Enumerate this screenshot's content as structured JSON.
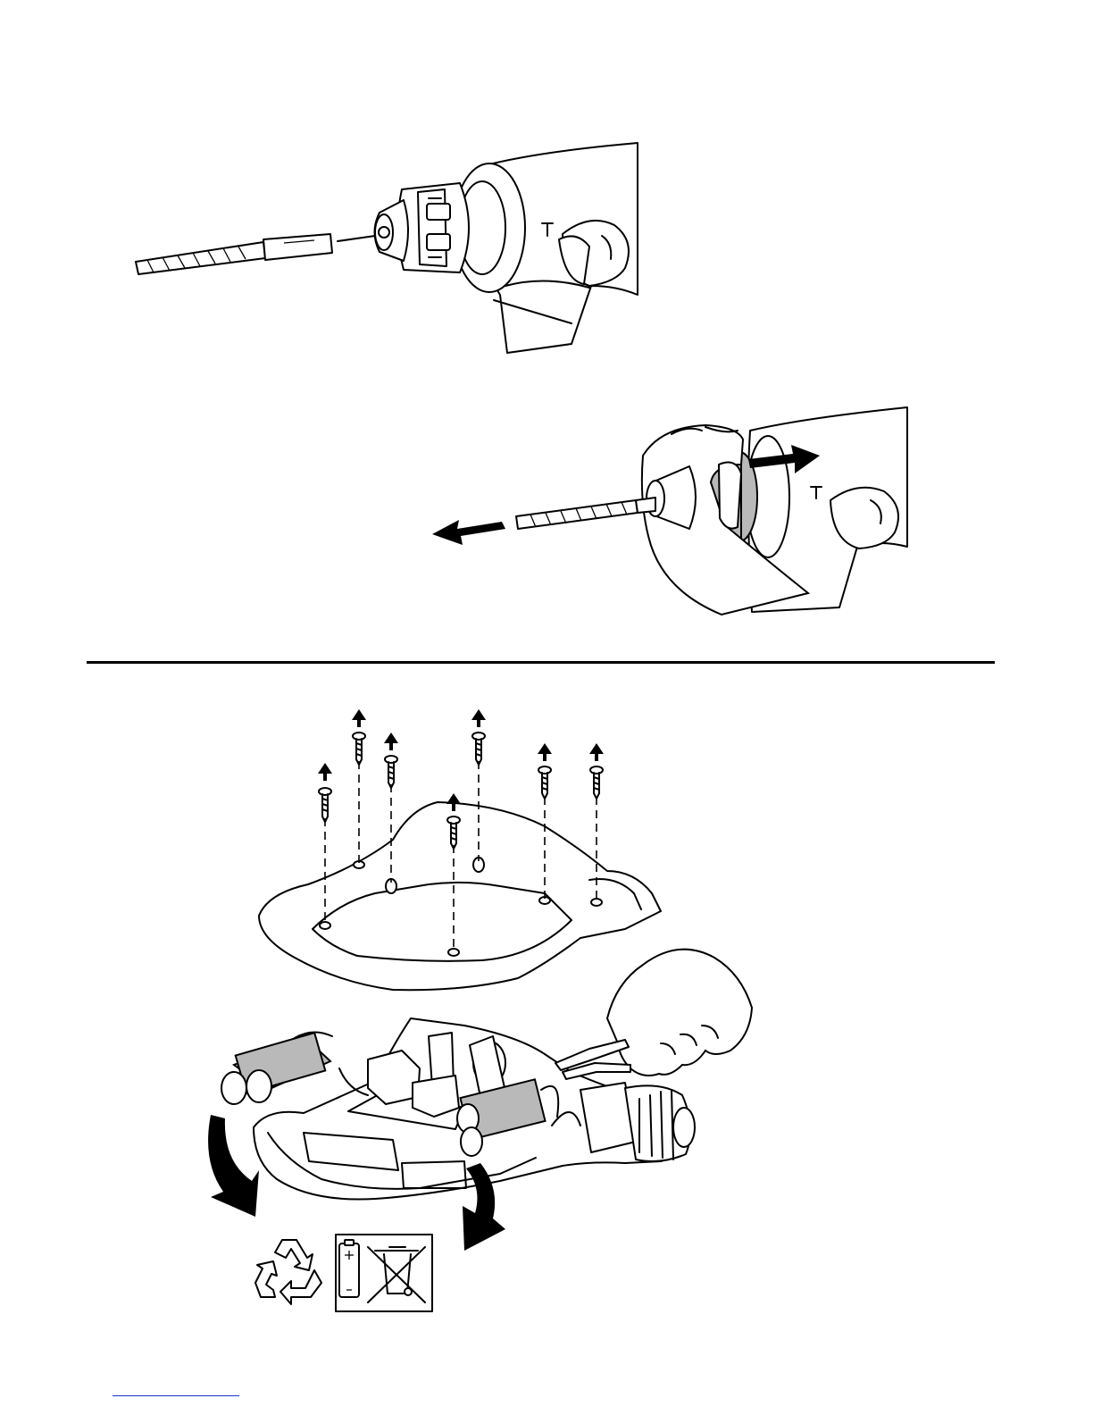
{
  "page": {
    "figures": [
      {
        "id": "figure-insert-bit"
      },
      {
        "id": "figure-remove-bit"
      },
      {
        "id": "figure-battery-removal"
      }
    ],
    "icons": [
      "recycle-icon",
      "battery-icon",
      "crossed-out-bin-icon"
    ],
    "colors": {
      "ink": "#000000",
      "shade": "#b9b9b9",
      "paper": "#ffffff",
      "link": "#1a33cc"
    }
  }
}
